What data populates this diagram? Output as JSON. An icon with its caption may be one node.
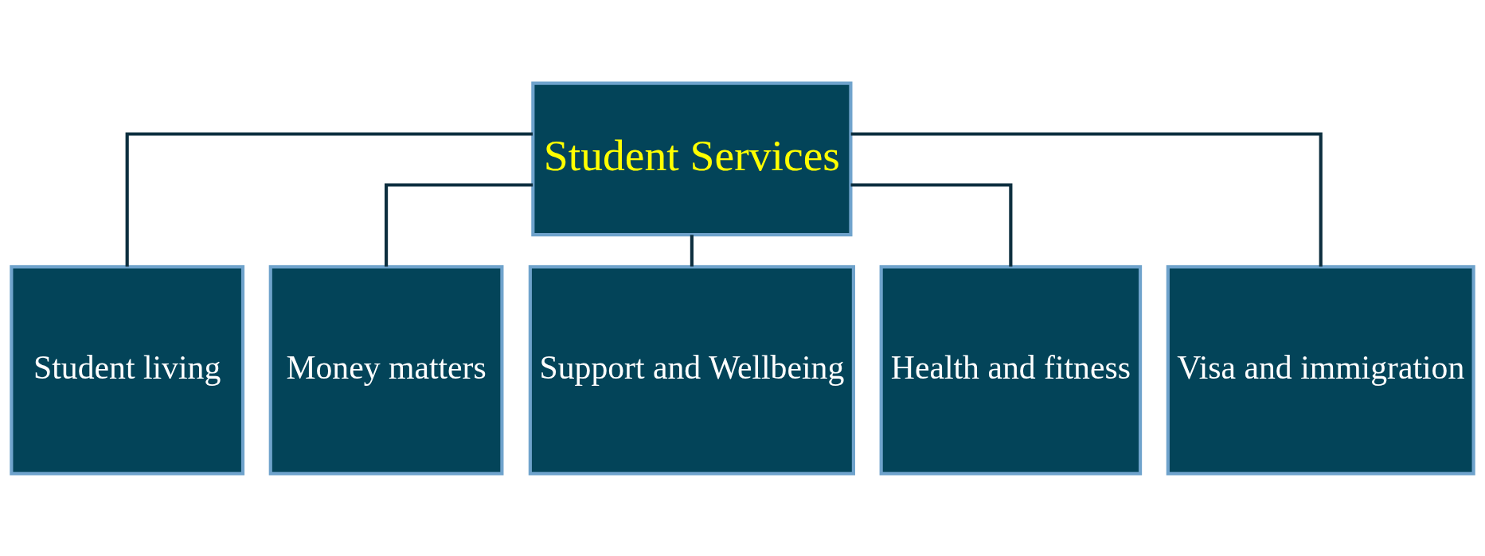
{
  "diagram": {
    "nodes": [
      {
        "text": [
          "Student Services"
        ]
      },
      {
        "text": [
          "Student living"
        ]
      },
      {
        "text": [
          "Money matters"
        ]
      },
      {
        "text": [
          "Support and Wellbeing"
        ]
      },
      {
        "text": [
          "Health and fitness"
        ]
      },
      {
        "text": [
          "Visa and immigration"
        ]
      }
    ],
    "edges": [
      {
        "from": 0,
        "to": 1,
        "arrow": "none"
      },
      {
        "from": 0,
        "to": 2,
        "arrow": "none"
      },
      {
        "from": 0,
        "to": 3,
        "arrow": "none"
      },
      {
        "from": 0,
        "to": 4,
        "arrow": "none"
      },
      {
        "from": 0,
        "to": 5,
        "arrow": "none"
      }
    ]
  }
}
